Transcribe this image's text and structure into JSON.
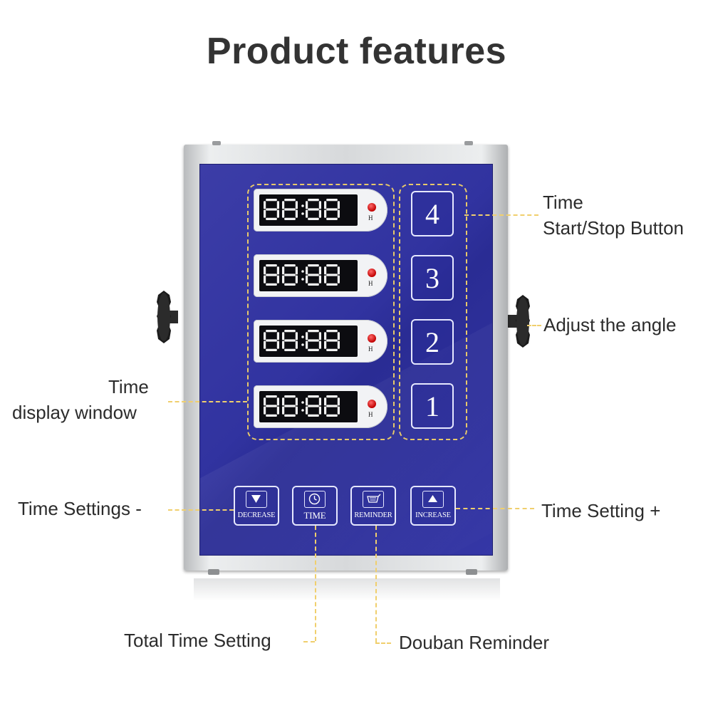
{
  "title": "Product features",
  "displays": [
    {
      "reading": "88:88",
      "indicator": "H"
    },
    {
      "reading": "88:88",
      "indicator": "H"
    },
    {
      "reading": "88:88",
      "indicator": "H"
    },
    {
      "reading": "88:88",
      "indicator": "H"
    }
  ],
  "timer_buttons": [
    "4",
    "3",
    "2",
    "1"
  ],
  "controls": {
    "decrease": "DECREASE",
    "time": "TIME",
    "reminder": "REMINDER",
    "increase": "INCREASE"
  },
  "annotations": {
    "start_stop_line1": "Time",
    "start_stop_line2": "Start/Stop Button",
    "adjust_angle": "Adjust the angle",
    "display_line1": "Time",
    "display_line2": "display window",
    "time_settings_minus": "Time Settings -",
    "time_setting_plus": "Time Setting +",
    "total_time_setting": "Total Time Setting",
    "douban_reminder": "Douban Reminder"
  },
  "colors": {
    "panel_blue": "#3537a6",
    "leader_yellow": "#f0cf6d",
    "led_red": "#d00000"
  },
  "icons": [
    "down-triangle-icon",
    "clock-icon",
    "basket-icon",
    "up-triangle-icon"
  ]
}
